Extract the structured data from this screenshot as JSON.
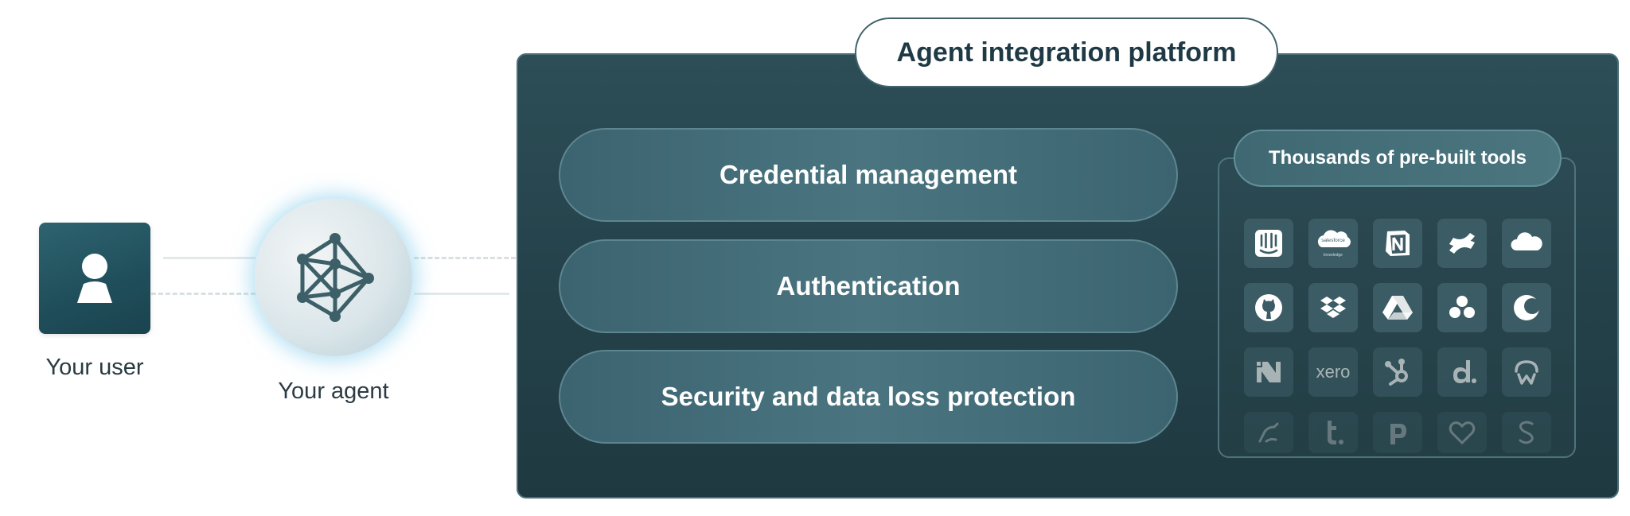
{
  "user": {
    "label": "Your user",
    "icon": "user-icon"
  },
  "agent": {
    "label": "Your agent",
    "icon": "network-icon"
  },
  "platform": {
    "title": "Agent integration platform",
    "features": [
      "Credential management",
      "Authentication",
      "Security and data loss protection"
    ],
    "tools": {
      "title": "Thousands of pre-built tools",
      "logo_wordmarks": {
        "salesforce": "salesforce",
        "salesforce_sub": "knowledge",
        "xero": "xero"
      },
      "icons": [
        "intercom-icon",
        "salesforce-icon",
        "notion-icon",
        "confluence-icon",
        "cloud-icon",
        "github-icon",
        "dropbox-icon",
        "google-drive-icon",
        "asana-icon",
        "moon-icon",
        "netsuite-icon",
        "xero-icon",
        "hubspot-icon",
        "dialpad-icon",
        "webflow-icon",
        "zendesk-icon",
        "tumblr-icon",
        "pipedrive-icon",
        "heart-icon",
        "squarespace-icon"
      ]
    }
  },
  "colors": {
    "panel": "#24414a",
    "pill": "#4a7580",
    "tile": "#1f4e5a",
    "agent_glow": "#78c8eb"
  }
}
